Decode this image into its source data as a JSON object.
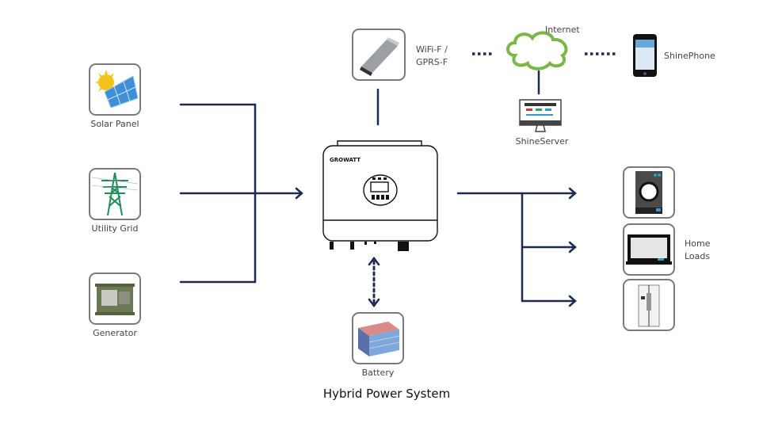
{
  "title": "Hybrid Power System",
  "colors": {
    "line": "#1f2a50",
    "cloud": "#7ab648",
    "tile_border": "#7a7a7a"
  },
  "sources": [
    {
      "label": "Solar Panel",
      "icon": "solar-panel-icon"
    },
    {
      "label": "Utility Grid",
      "icon": "power-tower-icon"
    },
    {
      "label": "Generator",
      "icon": "generator-icon"
    }
  ],
  "inverter": {
    "brand": "GROWATT",
    "icon": "inverter-icon"
  },
  "battery": {
    "label": "Battery",
    "icon": "battery-icon"
  },
  "monitoring": {
    "dongle_label_1": "WiFi-F /",
    "dongle_label_2": "GPRS-F",
    "internet_label": "Internet",
    "server_label": "ShineServer",
    "phone_label": "ShinePhone"
  },
  "loads": {
    "label_1": "Home",
    "label_2": "Loads",
    "items": [
      {
        "icon": "washing-machine-icon"
      },
      {
        "icon": "television-icon"
      },
      {
        "icon": "refrigerator-icon"
      }
    ]
  }
}
